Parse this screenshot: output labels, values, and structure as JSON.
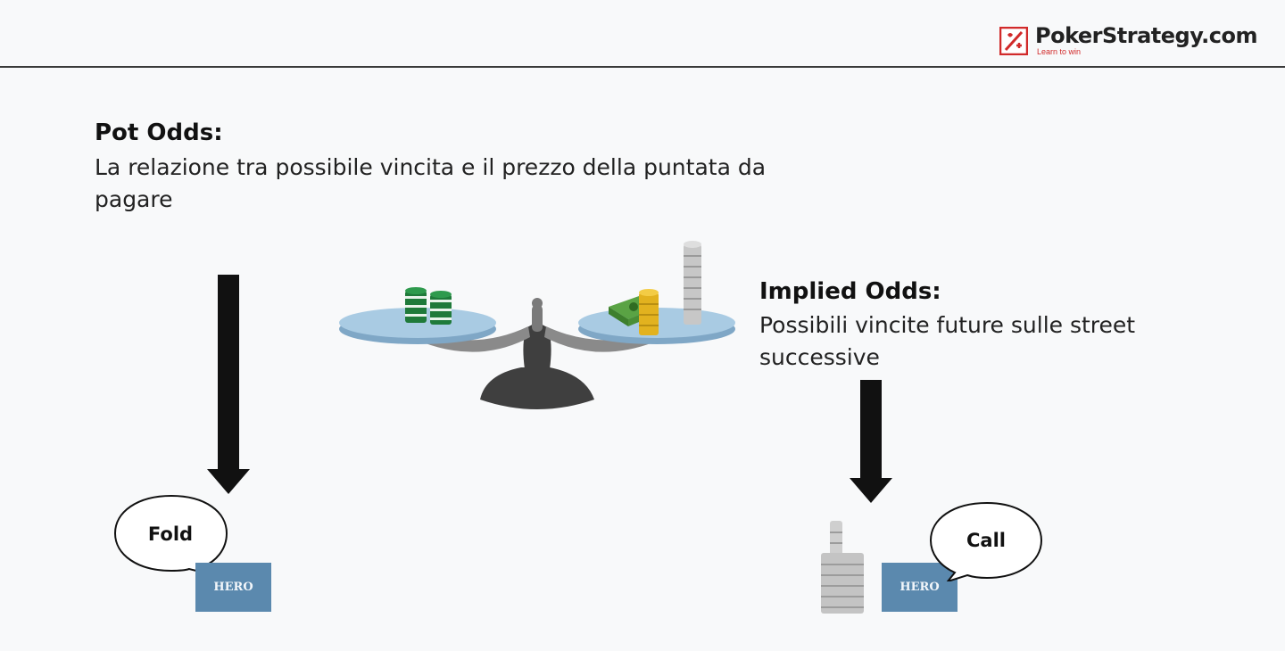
{
  "brand": {
    "name": "PokerStrategy.com",
    "tagline": "Learn to win",
    "colors": {
      "accent": "#d12a2a",
      "hero_box": "#5b89ae",
      "plate": "#a9cbe3"
    }
  },
  "pot_odds": {
    "title": "Pot Odds:",
    "description": "La relazione tra possibile vincita e il prezzo della puntata da pagare"
  },
  "implied_odds": {
    "title": "Implied Odds:",
    "description": "Possibili vincite future sulle street successive"
  },
  "left_player": {
    "action": "Fold",
    "label": "HERO"
  },
  "right_player": {
    "action": "Call",
    "label": "HERO"
  },
  "icons": [
    "logo-icon",
    "balance-scale-icon",
    "poker-chips-icon",
    "cash-stack-icon",
    "gold-coins-icon",
    "silver-coin-stack-icon",
    "down-arrow-icon",
    "speech-bubble-icon"
  ]
}
